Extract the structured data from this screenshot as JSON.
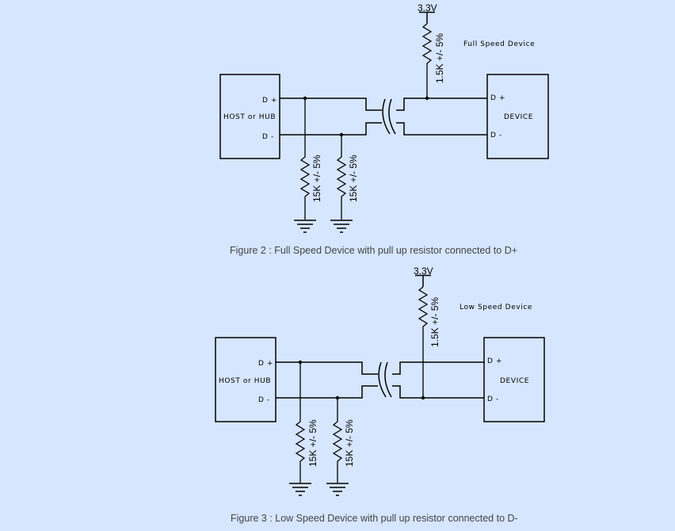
{
  "figures": [
    {
      "voltage": "3.3V",
      "pullup_value": "1.5K +/- 5%",
      "device_type": "Full Speed Device",
      "host_label": "HOST or HUB",
      "host_dplus": "D +",
      "host_dminus": "D -",
      "device_label": "DEVICE",
      "device_dplus": "D +",
      "device_dminus": "D -",
      "pulldown_1": "15K +/- 5%",
      "pulldown_2": "15K +/- 5%",
      "caption": "Figure 2 : Full Speed Device with pull up resistor connected to D+"
    },
    {
      "voltage": "3.3V",
      "pullup_value": "1.5K +/- 5%",
      "device_type": "Low Speed Device",
      "host_label": "HOST or HUB",
      "host_dplus": "D +",
      "host_dminus": "D -",
      "device_label": "DEVICE",
      "device_dplus": "D +",
      "device_dminus": "D -",
      "pulldown_1": "15K +/- 5%",
      "pulldown_2": "15K +/- 5%",
      "caption": "Figure 3 : Low Speed Device with pull up resistor connected to D-"
    }
  ]
}
